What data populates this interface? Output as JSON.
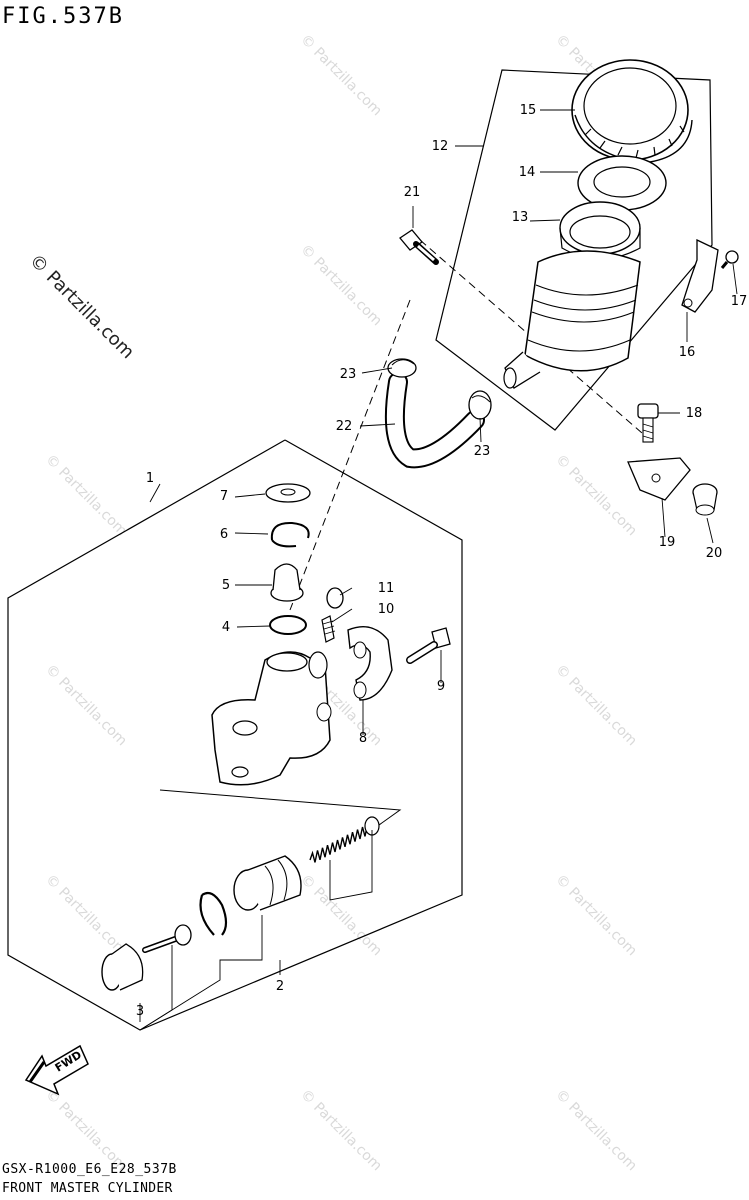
{
  "figure": {
    "title": "FIG.537B",
    "code": "GSX-R1000_E6_E28_537B",
    "caption": "FRONT MASTER CYLINDER",
    "copyright": "© Partzilla.com",
    "watermark": "© Partzilla.com",
    "direction_label": "FWD"
  },
  "callouts": [
    {
      "num": "1"
    },
    {
      "num": "2"
    },
    {
      "num": "3"
    },
    {
      "num": "4"
    },
    {
      "num": "5"
    },
    {
      "num": "6"
    },
    {
      "num": "7"
    },
    {
      "num": "8"
    },
    {
      "num": "9"
    },
    {
      "num": "10"
    },
    {
      "num": "11"
    },
    {
      "num": "12"
    },
    {
      "num": "13"
    },
    {
      "num": "14"
    },
    {
      "num": "15"
    },
    {
      "num": "16"
    },
    {
      "num": "17"
    },
    {
      "num": "18"
    },
    {
      "num": "19"
    },
    {
      "num": "20"
    },
    {
      "num": "21"
    },
    {
      "num": "22"
    },
    {
      "num": "23"
    },
    {
      "num": "23"
    }
  ]
}
